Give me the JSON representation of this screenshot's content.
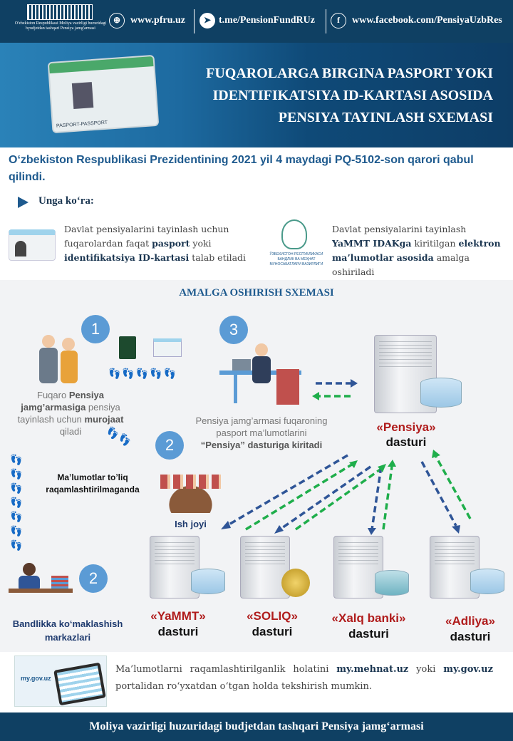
{
  "header": {
    "logo_caption": "O'zbekiston Respublikasi Moliya vazirligi huzuridagi byudjetdan tashqari Pensiya jamg'armasi",
    "website": "www.pfru.uz",
    "telegram": "t.me/PensionFundRUz",
    "facebook": "www.facebook.com/PensiyaUzbRes"
  },
  "banner": {
    "title_lines": [
      "FUQAROLARGA BIRGINA PASPORT YOKI",
      "IDENTIFIKATSIYA ID-KARTASI ASOSIDA",
      "PENSIYA TAYINLASH SXEMASI"
    ],
    "card_label": "PASPORT-PASSPORT"
  },
  "intro": "O‘zbekiston Respublikasi Prezidentining 2021 yil 4 maydagi PQ-5102-son qarori qabul qilindi.",
  "accordingly": "Unga ko‘ra:",
  "points": [
    {
      "a": "Davlat pensiyalarini tayinlash uchun fuqarolardan faqat ",
      "b1": "pasport",
      "c": " yoki ",
      "b2": "identifikatsiya ID-kartasi",
      "d": " talab etiladi"
    },
    {
      "a": "Davlat pensiyalarini tayinlash ",
      "b1": "YaMMT IDAKga",
      "c": " kiritilgan ",
      "b2": "elektron ma’lumotlar asosida",
      "d": " amalga oshiriladi"
    }
  ],
  "ministry_logo_text": "ЎЗБЕКИСТОН РЕСПУБЛИКАСИ БАНДЛИК ВА МЕҲНАТ МУНОСАБАТЛАРИ ВАЗИРЛИГИ",
  "scheme": {
    "title": "AMALGA OSHIRISH SXEMASI",
    "step_numbers": [
      "1",
      "3",
      "2",
      "2"
    ],
    "citizen": {
      "a": "Fuqaro ",
      "b1": "Pensiya jamg’armasiga",
      "c": " pensiya tayinlash uchun ",
      "b2": "murojaat",
      "d": " qiladi"
    },
    "fund": {
      "a": "Pensiya jamg’armasi fuqaroning pasport ma’lumotlarini ",
      "b1": "“Pensiya” dasturiga kiritadi"
    },
    "not_digitized": "Ma’lumotlar to’liq raqamlashtirilmaganda",
    "workplace": "Ish joyi",
    "employment_centers": "Bandlikka ko‘maklashish markazlari",
    "main_program": {
      "name": "«Pensiya»",
      "suffix": "dasturi"
    },
    "programs": [
      {
        "name": "«YaMMT»",
        "suffix": "dasturi"
      },
      {
        "name": "«SOLIQ»",
        "suffix": "dasturi"
      },
      {
        "name": "«Xalq banki»",
        "suffix": "dasturi"
      },
      {
        "name": "«Adliya»",
        "suffix": "dasturi"
      }
    ],
    "colors": {
      "step": "#5b9bd5",
      "arrow_out": "#2f5597",
      "arrow_in": "#1fae4b",
      "program_name": "#b01c1c"
    }
  },
  "check": {
    "a": "Ma’lumotlarni raqamlashtirilganlik holatini ",
    "b1": "my.mehnat.uz",
    "c": " yoki ",
    "b2": "my.gov.uz",
    "d": " portalidan ro‘yxatdan o‘tgan holda tekshirish mumkin.",
    "portal_label": "my.gov.uz"
  },
  "footer": "Moliya vazirligi huzuridagi budjetdan tashqari Pensiya jamg‘armasi"
}
